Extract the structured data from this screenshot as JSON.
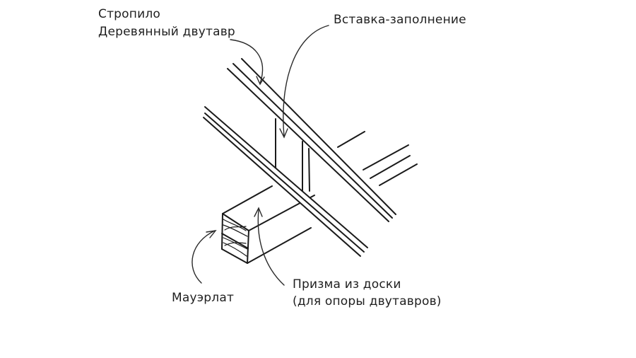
{
  "labels": {
    "rafter_line1": "Стропило",
    "rafter_line2": "Деревянный двутавр",
    "insert": "Вставка-заполнение",
    "mauerlat": "Мауэрлат",
    "prism_line1": "Призма из доски",
    "prism_line2": "(для опоры двутавров)"
  },
  "colors": {
    "ink": "#1a1a1a",
    "text": "#1f1f1f",
    "background": "#ffffff"
  }
}
